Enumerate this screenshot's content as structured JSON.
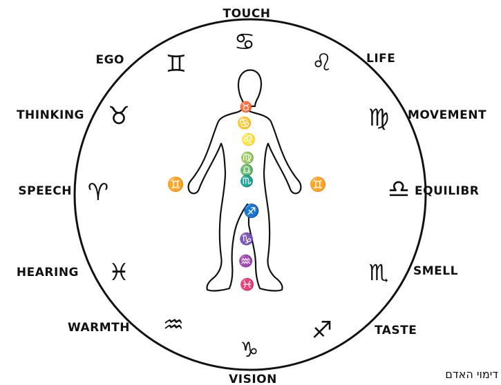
{
  "senses": [
    {
      "key": "touch",
      "label": "TOUCH",
      "sign": "cancer-icon",
      "glyph": "♋"
    },
    {
      "key": "life",
      "label": "LIFE",
      "sign": "leo-icon",
      "glyph": "♌"
    },
    {
      "key": "movement",
      "label": "MOVEMENT",
      "sign": "virgo-icon",
      "glyph": "♍"
    },
    {
      "key": "equilibrium",
      "label": "EQUILIBR",
      "sign": "libra-icon",
      "glyph": "♎"
    },
    {
      "key": "smell",
      "label": "SMELL",
      "sign": "scorpio-icon",
      "glyph": "♏"
    },
    {
      "key": "taste",
      "label": "TASTE",
      "sign": "sagittarius-icon",
      "glyph": "♐"
    },
    {
      "key": "vision",
      "label": "VISION",
      "sign": "capricorn-icon",
      "glyph": "♑"
    },
    {
      "key": "warmth",
      "label": "WARMTH",
      "sign": "aquarius-icon",
      "glyph": "♒"
    },
    {
      "key": "hearing",
      "label": "HEARING",
      "sign": "pisces-icon",
      "glyph": "♓"
    },
    {
      "key": "speech",
      "label": "SPEECH",
      "sign": "aries-icon",
      "glyph": "♈"
    },
    {
      "key": "thinking",
      "label": "THINKING",
      "sign": "taurus-icon",
      "glyph": "♉"
    },
    {
      "key": "ego",
      "label": "EGO",
      "sign": "gemini-icon",
      "glyph": "♊"
    }
  ],
  "body_signs": {
    "head": "♉",
    "neck": "♋",
    "chest": "♌",
    "abdomen": "♍",
    "waist": "♎",
    "hips": "♏",
    "thigh": "♐",
    "knee": "♑",
    "shin": "♒",
    "feet": "♓",
    "left_hand": "♊",
    "right_hand": "♊"
  },
  "caption": "דימוי האדם"
}
